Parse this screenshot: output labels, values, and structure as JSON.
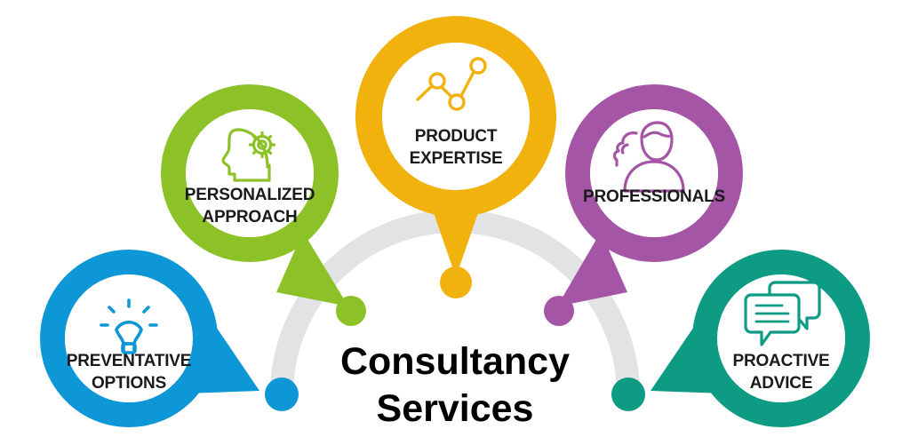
{
  "center": {
    "title_line1": "Consultancy",
    "title_line2": "Services",
    "arc_color": "#E2E3E5"
  },
  "colors": {
    "blue": "#0E97D6",
    "green": "#8CC227",
    "yellow": "#F2B20D",
    "purple": "#A555A5",
    "teal": "#0E9B83",
    "text": "#1a1a1a",
    "arc": "#E2E3E5",
    "white": "#ffffff"
  },
  "nodes": [
    {
      "id": "preventative-options",
      "label_line1": "PREVENTATIVE",
      "label_line2": "OPTIONS",
      "color": "#0E97D6",
      "icon": "lightbulb-icon",
      "dot_color": "#0E97D6"
    },
    {
      "id": "personalized-approach",
      "label_line1": "PERSONALIZED",
      "label_line2": "APPROACH",
      "color": "#8CC227",
      "icon": "head-gear-icon",
      "dot_color": "#8CC227"
    },
    {
      "id": "product-expertise",
      "label_line1": "PRODUCT",
      "label_line2": "EXPERTISE",
      "color": "#F2B20D",
      "icon": "line-chart-icon",
      "dot_color": "#F2B20D"
    },
    {
      "id": "professionals",
      "label_line1": "PROFESSIONALS",
      "label_line2": "",
      "color": "#A555A5",
      "icon": "people-group-icon",
      "dot_color": "#A555A5"
    },
    {
      "id": "proactive-advice",
      "label_line1": "PROACTIVE",
      "label_line2": "ADVICE",
      "color": "#0E9B83",
      "icon": "speech-bubbles-icon",
      "dot_color": "#0E9B83"
    }
  ]
}
